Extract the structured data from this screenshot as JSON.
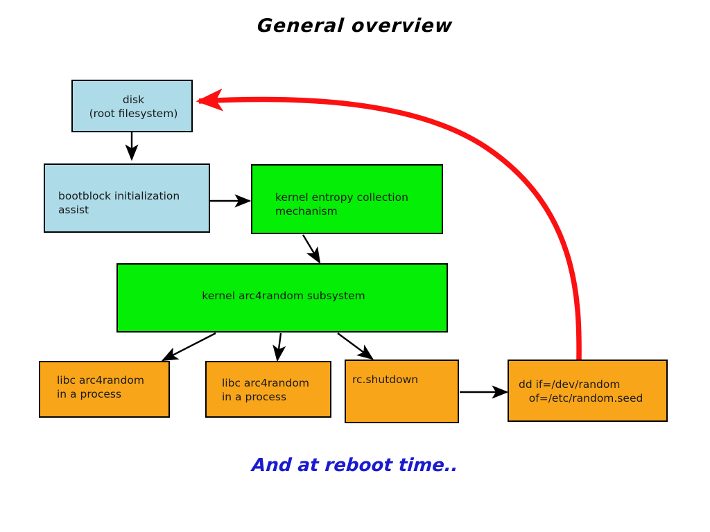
{
  "title": "General overview",
  "caption": "And at reboot time..",
  "colors": {
    "blue": "#addbe8",
    "green": "#05ee05",
    "orange": "#f9a51a",
    "arrow": "#000000",
    "reboot_arrow": "#fb1111",
    "caption_text": "#1a1ad0",
    "background": "#ffffff"
  },
  "nodes": [
    {
      "id": "disk",
      "line1": "disk",
      "line2": "(root filesystem)",
      "color": "blue"
    },
    {
      "id": "bootblock",
      "line1": "bootblock initialization",
      "line2": "assist",
      "color": "blue"
    },
    {
      "id": "entropy",
      "line1": "kernel entropy collection",
      "line2": "mechanism",
      "color": "green"
    },
    {
      "id": "arc4random",
      "line1": "kernel arc4random subsystem",
      "line2": "",
      "color": "green"
    },
    {
      "id": "libc1",
      "line1": "libc arc4random",
      "line2": "in a process",
      "color": "orange"
    },
    {
      "id": "libc2",
      "line1": "libc arc4random",
      "line2": "in a process",
      "color": "orange"
    },
    {
      "id": "rcshutdown",
      "line1": "rc.shutdown",
      "line2": "",
      "color": "orange"
    },
    {
      "id": "ddseed",
      "line1": "dd if=/dev/random",
      "line2": "   of=/etc/random.seed",
      "color": "orange"
    }
  ],
  "edges": [
    {
      "id": "disk-to-bootblock",
      "from": "disk",
      "to": "bootblock",
      "style": "black"
    },
    {
      "id": "bootblock-to-entropy",
      "from": "bootblock",
      "to": "entropy",
      "style": "black"
    },
    {
      "id": "entropy-to-arc4random",
      "from": "entropy",
      "to": "arc4random",
      "style": "black"
    },
    {
      "id": "arc4random-to-libc1",
      "from": "arc4random",
      "to": "libc1",
      "style": "black"
    },
    {
      "id": "arc4random-to-libc2",
      "from": "arc4random",
      "to": "libc2",
      "style": "black"
    },
    {
      "id": "arc4random-to-rcshutdown",
      "from": "arc4random",
      "to": "rcshutdown",
      "style": "black"
    },
    {
      "id": "rcshutdown-to-ddseed",
      "from": "rcshutdown",
      "to": "ddseed",
      "style": "black"
    },
    {
      "id": "ddseed-to-disk",
      "from": "ddseed",
      "to": "disk",
      "style": "red-curved"
    }
  ]
}
